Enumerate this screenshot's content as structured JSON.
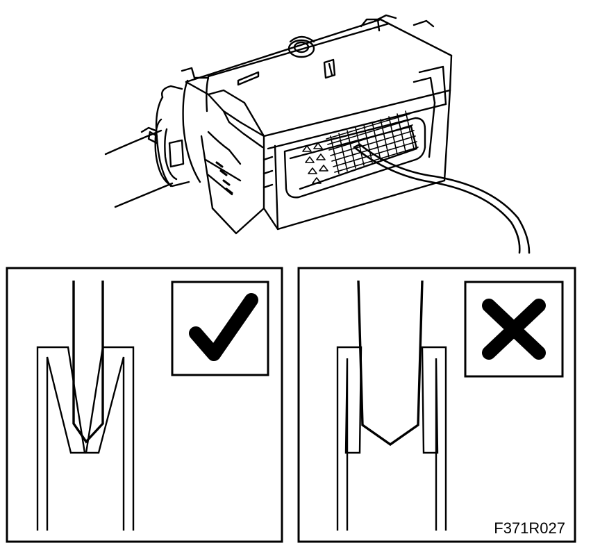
{
  "figure": {
    "code": "F371R027",
    "line_color": "#000000",
    "background_color": "#ffffff",
    "panels": [
      {
        "id": "correct",
        "icon": "checkmark-icon"
      },
      {
        "id": "incorrect",
        "icon": "cross-icon"
      }
    ]
  }
}
